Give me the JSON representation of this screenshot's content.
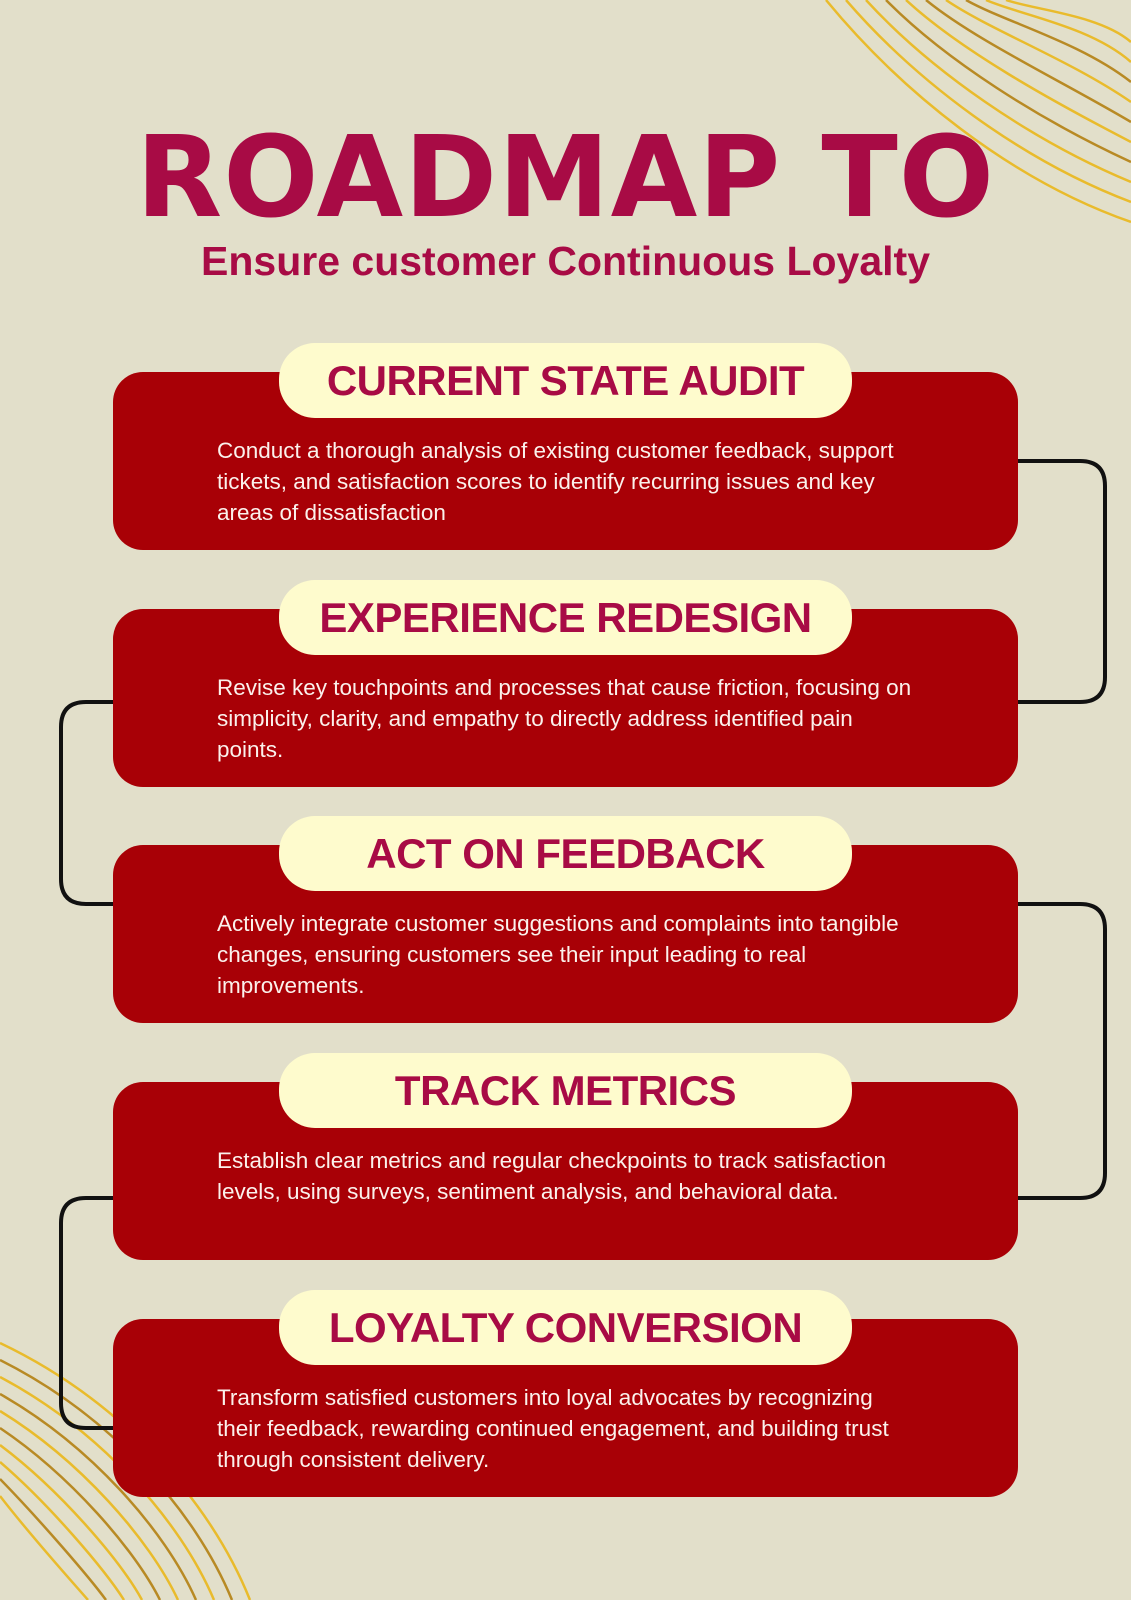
{
  "title": "ROADMAP TO",
  "subtitle": "Ensure customer Continuous Loyalty",
  "steps": [
    {
      "title": "CURRENT STATE AUDIT",
      "description": "Conduct a thorough analysis of existing customer feedback, support tickets, and satisfaction scores to identify recurring issues and key areas of dissatisfaction"
    },
    {
      "title": "EXPERIENCE REDESIGN",
      "description": "Revise key touchpoints and processes that cause friction, focusing on simplicity, clarity, and empathy to directly address identified pain points."
    },
    {
      "title": "ACT ON FEEDBACK",
      "description": "Actively integrate customer suggestions and complaints into tangible changes, ensuring customers see their input leading to real improvements."
    },
    {
      "title": "TRACK METRICS",
      "description": "Establish clear metrics and regular checkpoints to track satisfaction levels, using surveys, sentiment analysis, and behavioral data."
    },
    {
      "title": "LOYALTY CONVERSION",
      "description": "Transform satisfied customers into loyal advocates by recognizing their feedback, rewarding continued engagement, and building trust through consistent delivery."
    }
  ],
  "colors": {
    "background": "#e2dfca",
    "accent": "#a80b45",
    "step_fill": "#a80006",
    "label_fill": "#fefbcd",
    "connector": "#111111",
    "decoration_lines": "#e9bb2c"
  }
}
